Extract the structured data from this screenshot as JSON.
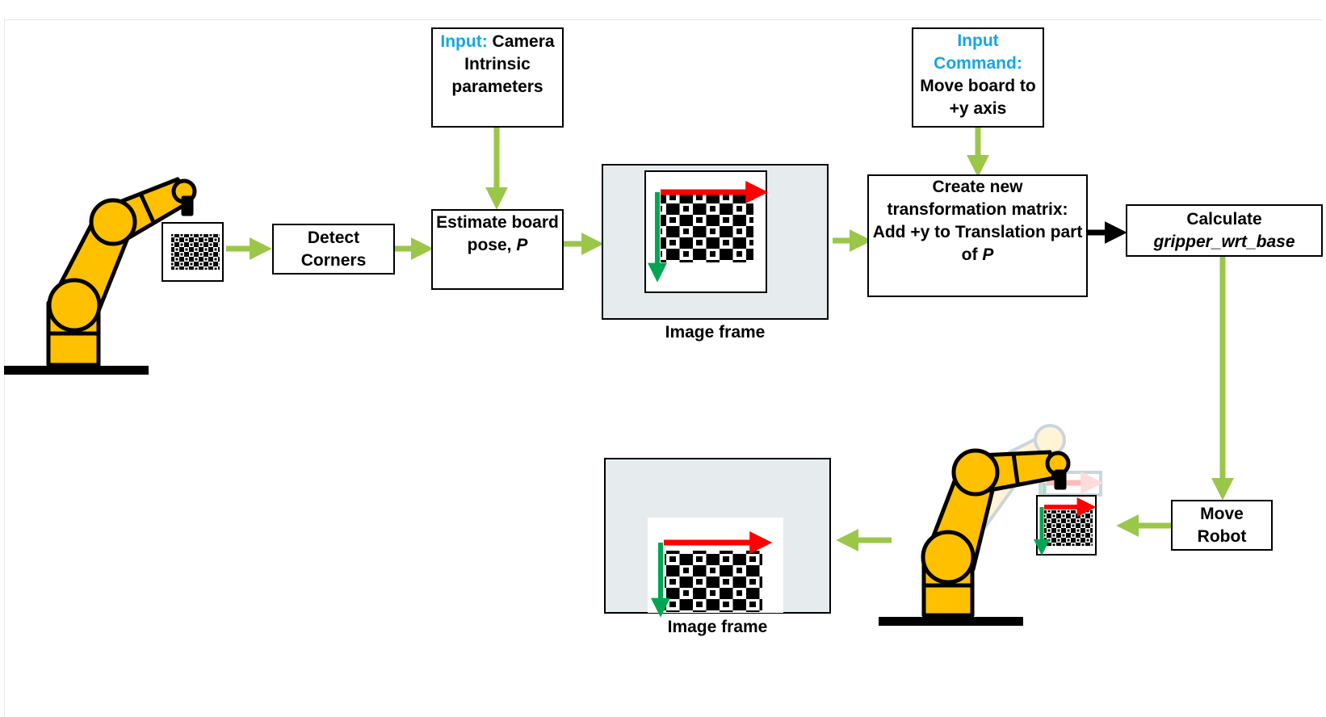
{
  "nodes": {
    "camera_input": {
      "lines": [
        {
          "prefix": "Input:",
          "text": " Camera"
        },
        {
          "text": "Intrinsic"
        },
        {
          "text": "parameters"
        }
      ]
    },
    "detect_corners": {
      "lines": [
        {
          "text": "Detect"
        },
        {
          "text": "Corners"
        }
      ]
    },
    "estimate_pose": {
      "lines": [
        {
          "text": "Estimate board"
        },
        {
          "text": "pose, ",
          "italic": "P"
        }
      ]
    },
    "input_command": {
      "lines": [
        {
          "prefix": "Input"
        },
        {
          "prefix": "Command:"
        },
        {
          "text": "Move board to"
        },
        {
          "text": "+y axis"
        }
      ]
    },
    "create_matrix": {
      "lines": [
        {
          "text": "Create new"
        },
        {
          "text": "transformation matrix:"
        },
        {
          "text": "Add +y to Translation part"
        },
        {
          "text": "of ",
          "italic": "P"
        }
      ]
    },
    "calculate": {
      "lines": [
        {
          "text": "Calculate"
        },
        {
          "italic": "gripper_wrt_base"
        }
      ]
    },
    "move_robot": {
      "lines": [
        {
          "text": "Move"
        },
        {
          "text": "Robot"
        }
      ]
    }
  },
  "captions": {
    "image_frame_top": "Image frame",
    "image_frame_bottom": "Image frame"
  },
  "colors": {
    "flow_arrow": "#9bc748",
    "output_arrow": "#000000",
    "input_label": "#14a6e4",
    "robot": "#ffc000",
    "x_axis": "#ff0000",
    "y_axis": "#00a651",
    "frame_bg": "#e6ebee"
  }
}
